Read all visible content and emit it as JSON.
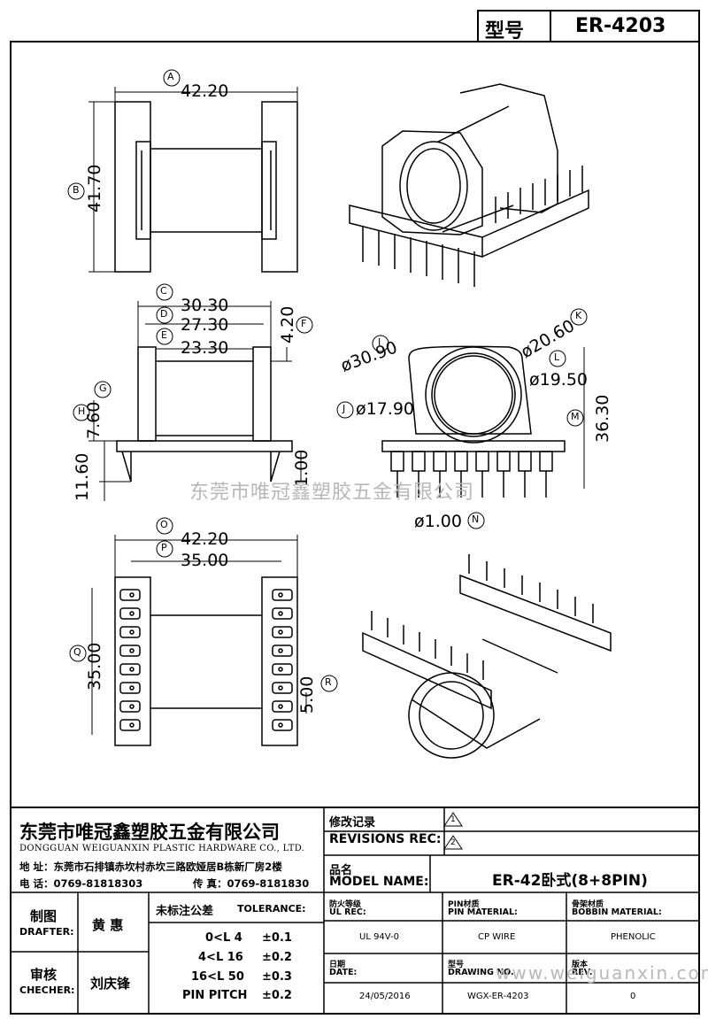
{
  "header": {
    "model_label": "型号",
    "model_value": "ER-4203"
  },
  "dimensions": {
    "A": "42.20",
    "B": "41.70",
    "C": "30.30",
    "D": "27.30",
    "E": "23.30",
    "F": "4.20",
    "G": "7.60",
    "H": "11.60",
    "I": "ø30.90",
    "J": "ø17.90",
    "K": "ø20.60",
    "L": "ø19.50",
    "M": "36.30",
    "N": "ø1.00",
    "O": "42.20",
    "P": "35.00",
    "Q": "35.00",
    "R": "5.00",
    "pin_len": "1.00"
  },
  "watermark": "东莞市唯冠鑫塑胶五金有限公司",
  "company": {
    "name_cn": "东莞市唯冠鑫塑胶五金有限公司",
    "name_en": "DONGGUAN WEIGUANXIN PLASTIC HARDWARE CO., LTD.",
    "address": "地  址：东莞市石排镇赤坎村赤坎三路欧娅居B栋新厂房2楼",
    "phone": "电  话：0769-81818303",
    "fax": "传  真：0769-8181830"
  },
  "revisions": {
    "label_cn": "修改记录",
    "label_en": "REVISIONS REC:",
    "rev1": "1",
    "rev2": "2"
  },
  "model_name": {
    "label_cn": "品名",
    "label_en": "MODEL NAME:",
    "value": "ER-42卧式(8+8PIN)"
  },
  "drafter": {
    "label_cn": "制图",
    "label_en": "DRAFTER:",
    "name": "黄  惠"
  },
  "checker": {
    "label_cn": "审核",
    "label_en": "CHECHER:",
    "name": "刘庆锋"
  },
  "tolerance": {
    "label_cn": "未标注公差",
    "label_en": "TOLERANCE:",
    "rows": [
      {
        "range": "0<L  4",
        "value": "±0.1"
      },
      {
        "range": "4<L  16",
        "value": "±0.2"
      },
      {
        "range": "16<L  50",
        "value": "±0.3"
      },
      {
        "range": "PIN PITCH",
        "value": "±0.2"
      }
    ]
  },
  "specs": {
    "ul_label_cn": "防火等级",
    "ul_label_en": "UL REC:",
    "ul_value": "UL 94V-0",
    "pin_label_cn": "PIN材质",
    "pin_label_en": "PIN MATERIAL:",
    "pin_value": "CP WIRE",
    "bobbin_label_cn": "骨架材质",
    "bobbin_label_en": "BOBBIN MATERIAL:",
    "bobbin_value": "PHENOLIC",
    "date_label_cn": "日期",
    "date_label_en": "DATE:",
    "date_value": "24/05/2016",
    "drawing_label_cn": "型号",
    "drawing_label_en": "DRAWING NO.",
    "drawing_value": "WGX-ER-4203",
    "rev_label_cn": "版本",
    "rev_label_en": "REV.",
    "rev_value": "0"
  },
  "website": "www.weiguanxin.com"
}
